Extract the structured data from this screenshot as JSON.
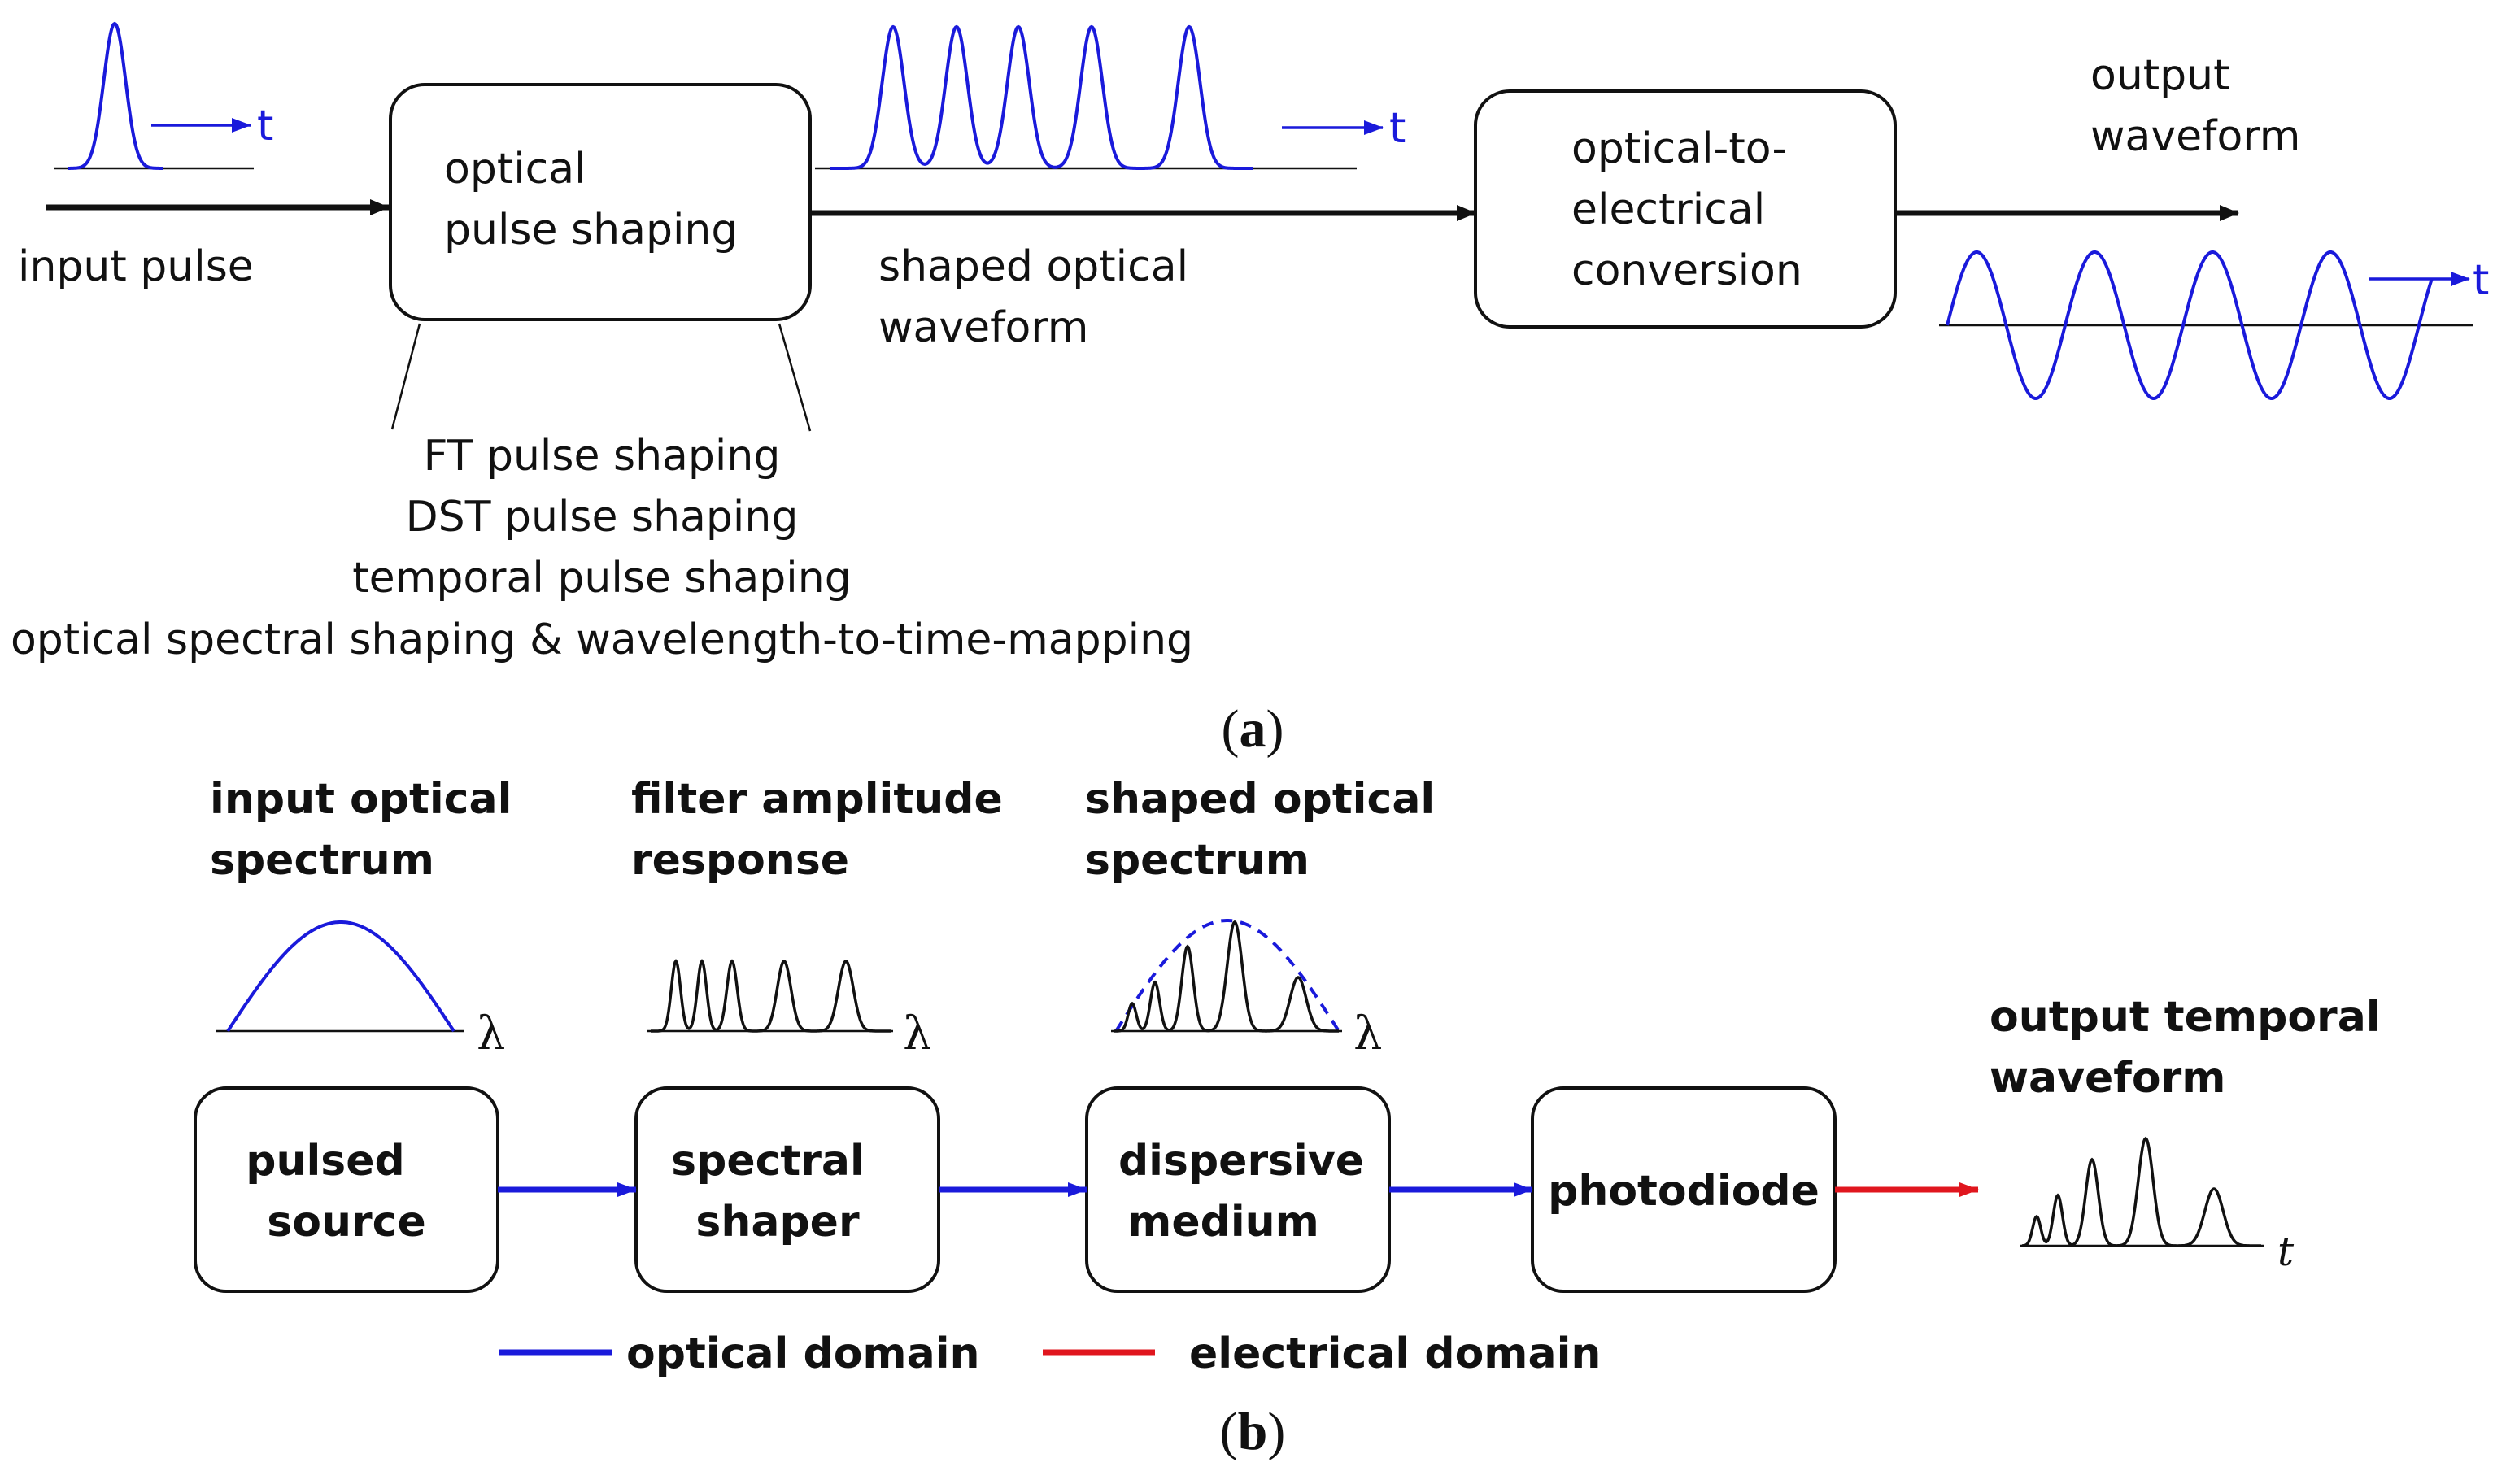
{
  "colors": {
    "optical": "#1a1adb",
    "electrical": "#e0161e",
    "ink": "#111111"
  },
  "panel_a": {
    "input_label": "input pulse",
    "input_axis": "t",
    "shaper_box": [
      "optical",
      "pulse shaping"
    ],
    "shaped_label": [
      "shaped optical",
      "waveform"
    ],
    "shaped_axis": "t",
    "oe_box": [
      "optical-to-",
      "electrical",
      "conversion"
    ],
    "output_label": [
      "output",
      "waveform"
    ],
    "output_axis": "t",
    "methods": [
      "FT pulse shaping",
      "DST pulse shaping",
      "temporal pulse shaping",
      "optical spectral shaping & wavelength-to-time-mapping"
    ],
    "caption_open": "(",
    "caption_letter": "a",
    "caption_close": ")"
  },
  "panel_b": {
    "spectra": [
      {
        "title": [
          "input optical",
          "spectrum"
        ],
        "axis": "λ"
      },
      {
        "title": [
          "filter amplitude",
          "response"
        ],
        "axis": "λ"
      },
      {
        "title": [
          "shaped optical",
          "spectrum"
        ],
        "axis": "λ"
      }
    ],
    "blocks": [
      [
        "pulsed",
        "source"
      ],
      [
        "spectral",
        "shaper"
      ],
      [
        "dispersive",
        "medium"
      ],
      [
        "photodiode"
      ]
    ],
    "output_title": [
      "output temporal",
      "waveform"
    ],
    "output_axis": "t",
    "legend": {
      "optical": "optical domain",
      "electrical": "electrical domain"
    },
    "caption_open": "(",
    "caption_letter": "b",
    "caption_close": ")"
  }
}
